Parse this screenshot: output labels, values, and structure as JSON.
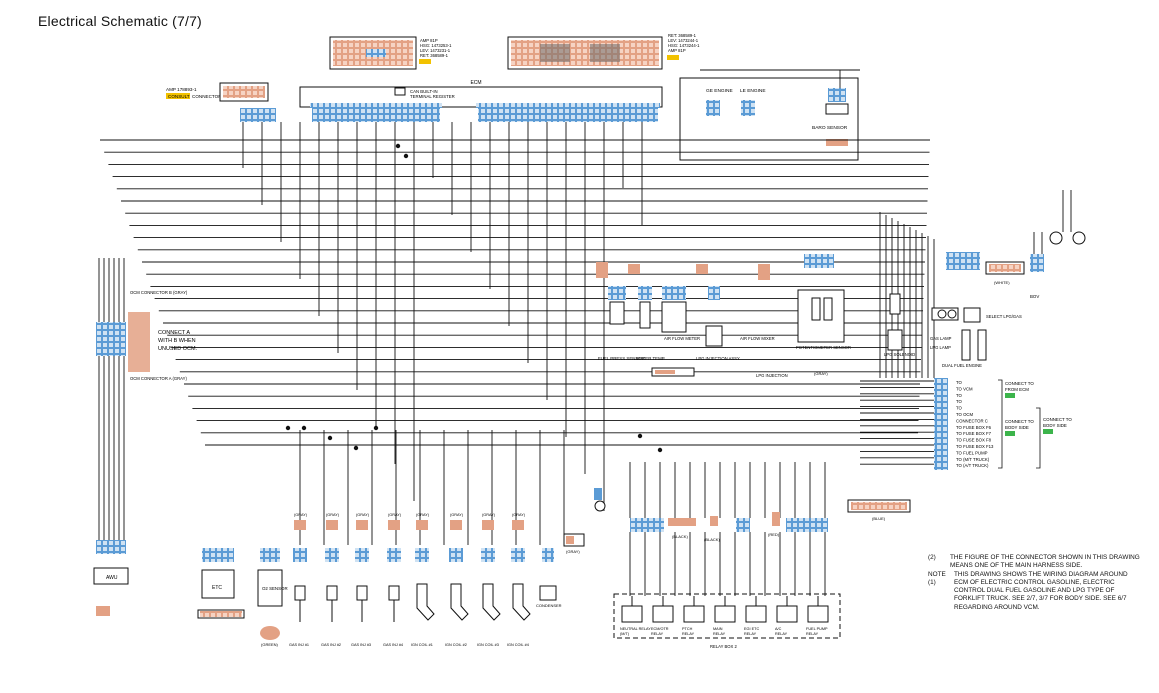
{
  "title": "Electrical Schematic (7/7)",
  "colors": {
    "wire": "#111111",
    "connector": "#5b9bd5",
    "plug": "#e3a184",
    "tag": "#f4a460",
    "green": "#3cb44b",
    "yellow": "#f2c200"
  },
  "ecm": {
    "label": "ECM",
    "can_builtin_1": "CAN BUILT-IN",
    "can_builtin_2": "TERMINAL REGISTER",
    "conn_left": {
      "l1": "AMP 81P",
      "l2": "HSG: 1473253-1",
      "l3": "LEV: 1473231-1",
      "l4": "RET: 368589-1"
    },
    "conn_right": {
      "l1": "RET: 368589-1",
      "l2": "LEV: 1473244-1",
      "l3": "HSG: 1473244-1",
      "l4": "AMP 81P"
    }
  },
  "consult": {
    "part": "AMP 178893-1",
    "tag": "CONSULT",
    "label": "CONNECTOR"
  },
  "engines": {
    "ge": "GE ENGINE",
    "le": "LE ENGINE"
  },
  "sensors": {
    "baro": "BARO SENSOR",
    "fuel_press": "FUEL PRESS SENSOR",
    "water_temp": "WATER TEMP",
    "air_flow_meter": "AIR FLOW METER",
    "lpg_injection_assy": "LPG INJECTION ASSY",
    "air_flow_mixer": "AIR FLOW MIXER",
    "lpg_injection": "LPG INJECTION",
    "potentiometer": "POTENTIOMETER SENSOR",
    "lpg_solenoid": "LPG SOLENOID",
    "gas_lamp": "GAS LAMP",
    "lpg_lamp": "LPG LAMP",
    "select_lpg_gas": "SELECT LPG/GAS",
    "dual_fuel_engine": "DUAL FUEL ENGINE",
    "bov": "BOV"
  },
  "gray_tag": "(GRAY)",
  "white_tag": "(WHITE)",
  "black_tag": "(BLACK)",
  "red_tag": "(RED)",
  "blue_tag": "(BLUE)",
  "green_tag": "(GREEN)",
  "ocm": {
    "conn_b": "OCM CONNECTOR B (GRAY)",
    "conn_a": "OCM CONNECTOR A (GRAY)",
    "note1": "CONNECT A",
    "note2": "WITH B WHEN",
    "note3": "UNUSED OCM."
  },
  "bottom": {
    "awu": "AWU",
    "etc": "ETC",
    "o2": "O2 SENSOR",
    "injectors": [
      "GAS INJ #1",
      "GAS INJ #2",
      "GAS INJ #3",
      "GAS INJ #4"
    ],
    "ign_coils": [
      "IGN COIL #1",
      "IGN COIL #2",
      "IGN COIL #3",
      "IGN COIL #4"
    ],
    "condenser": "CONDENSER"
  },
  "relays": {
    "items": [
      "NEUTRAL RELAY (M/T)",
      "ECM/OTR RELAY",
      "PTCH RELAY",
      "MAIN RELAY",
      "EGI ETC RELAY",
      "A/C RELAY",
      "FUEL PUMP RELAY"
    ],
    "box": "RELAY BOX 2"
  },
  "terminals": {
    "rows": [
      "TO ",
      "TO VCM",
      "TO ",
      "TO ",
      "TO ",
      "TO OCM",
      "CONNECTOR C",
      "TO FUSE BOX F6",
      "TO FUSE BOX F7",
      "TO FUSE BOX F8",
      "TO FUSE BOX F13",
      "TO FUEL PUMP",
      "TO (M/T TRUCK)",
      "TO (A/T TRUCK)"
    ],
    "group1_1": "CONNECT TO",
    "group1_2": "FROM ECM",
    "group2_1": "CONNECT TO",
    "group2_2": "BODY SIDE",
    "group3_1": "CONNECT TO",
    "group3_2": "BODY SIDE"
  },
  "notes": {
    "n2_lead": "(2)",
    "n2": "THE FIGURE OF THE CONNECTOR SHOWN IN THIS DRAWING MEANS ONE OF THE MAIN HARNESS SIDE.",
    "n1_lead": "NOTE (1)",
    "n1": "THIS DRAWING SHOWS THE WIRING DIAGRAM AROUND ECM OF ELECTRIC CONTROL GASOLINE, ELECTRIC CONTROL DUAL FUEL GASOLINE AND LPG TYPE OF FORKLIFT TRUCK. SEE 2/7, 3/7 FOR BODY SIDE. SEE 6/7 REGARDING AROUND VCM."
  }
}
